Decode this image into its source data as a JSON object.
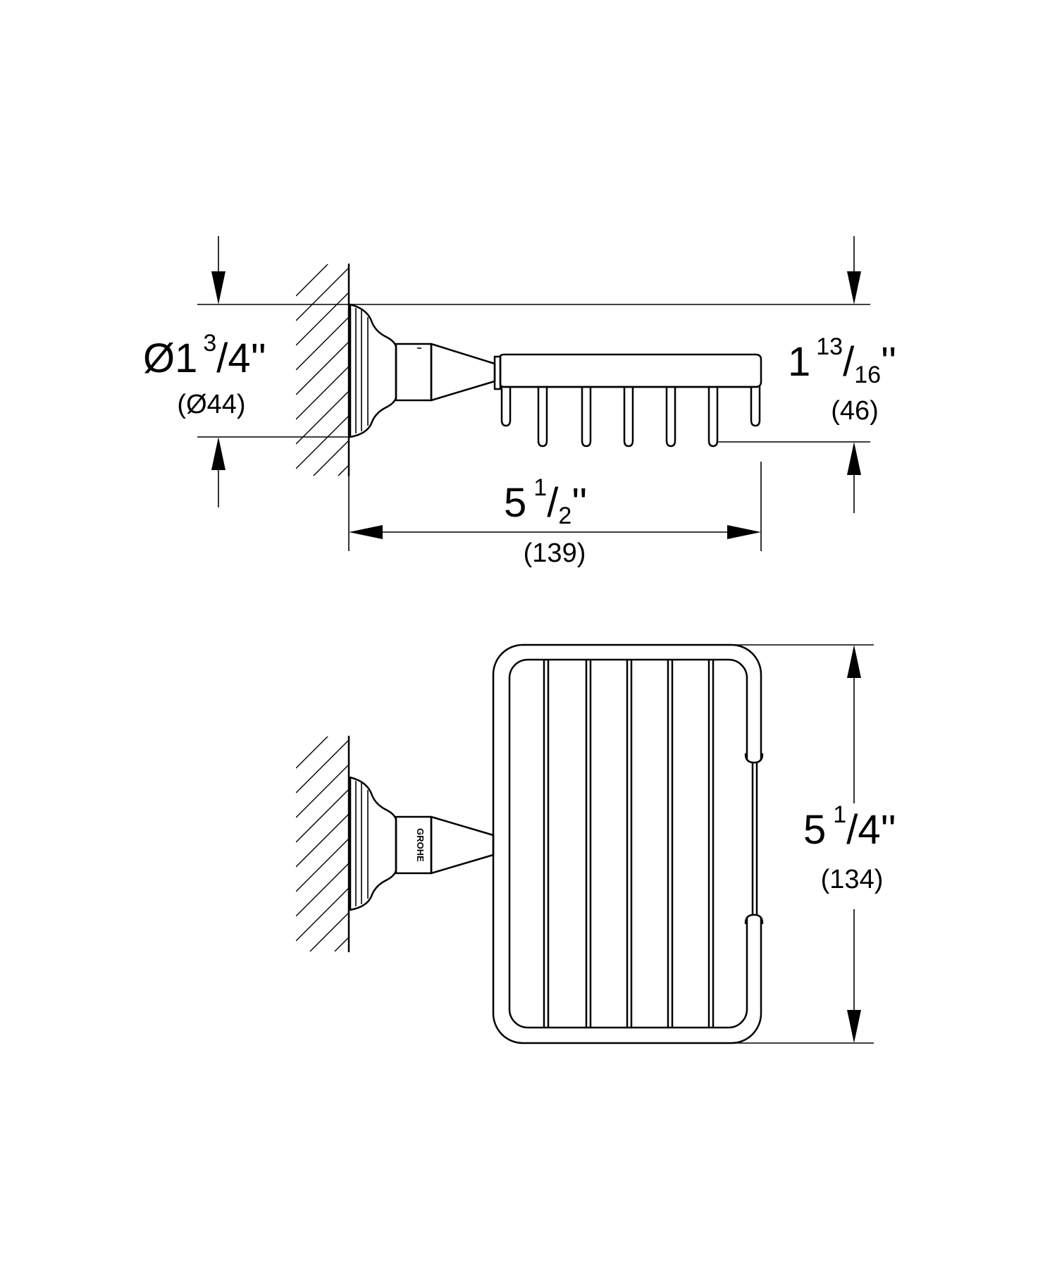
{
  "side_view": {
    "diameter": {
      "whole": "Ø1",
      "numerator": "3",
      "slash": "/",
      "denominator": "4",
      "inch": "''",
      "metric": "(Ø44)"
    },
    "height": {
      "whole": "1",
      "numerator": "13",
      "slash": "/",
      "denominator": "16",
      "inch": "''",
      "metric": "(46)"
    },
    "depth": {
      "whole": "5",
      "numerator": "1",
      "slash": "/",
      "denominator": "2",
      "inch": "''",
      "metric": "(139)"
    }
  },
  "top_view": {
    "width": {
      "whole": "5",
      "numerator": "1",
      "slash": "/",
      "denominator": "4",
      "inch": "''",
      "metric": "(134)"
    },
    "logo_text": "GROHE"
  }
}
